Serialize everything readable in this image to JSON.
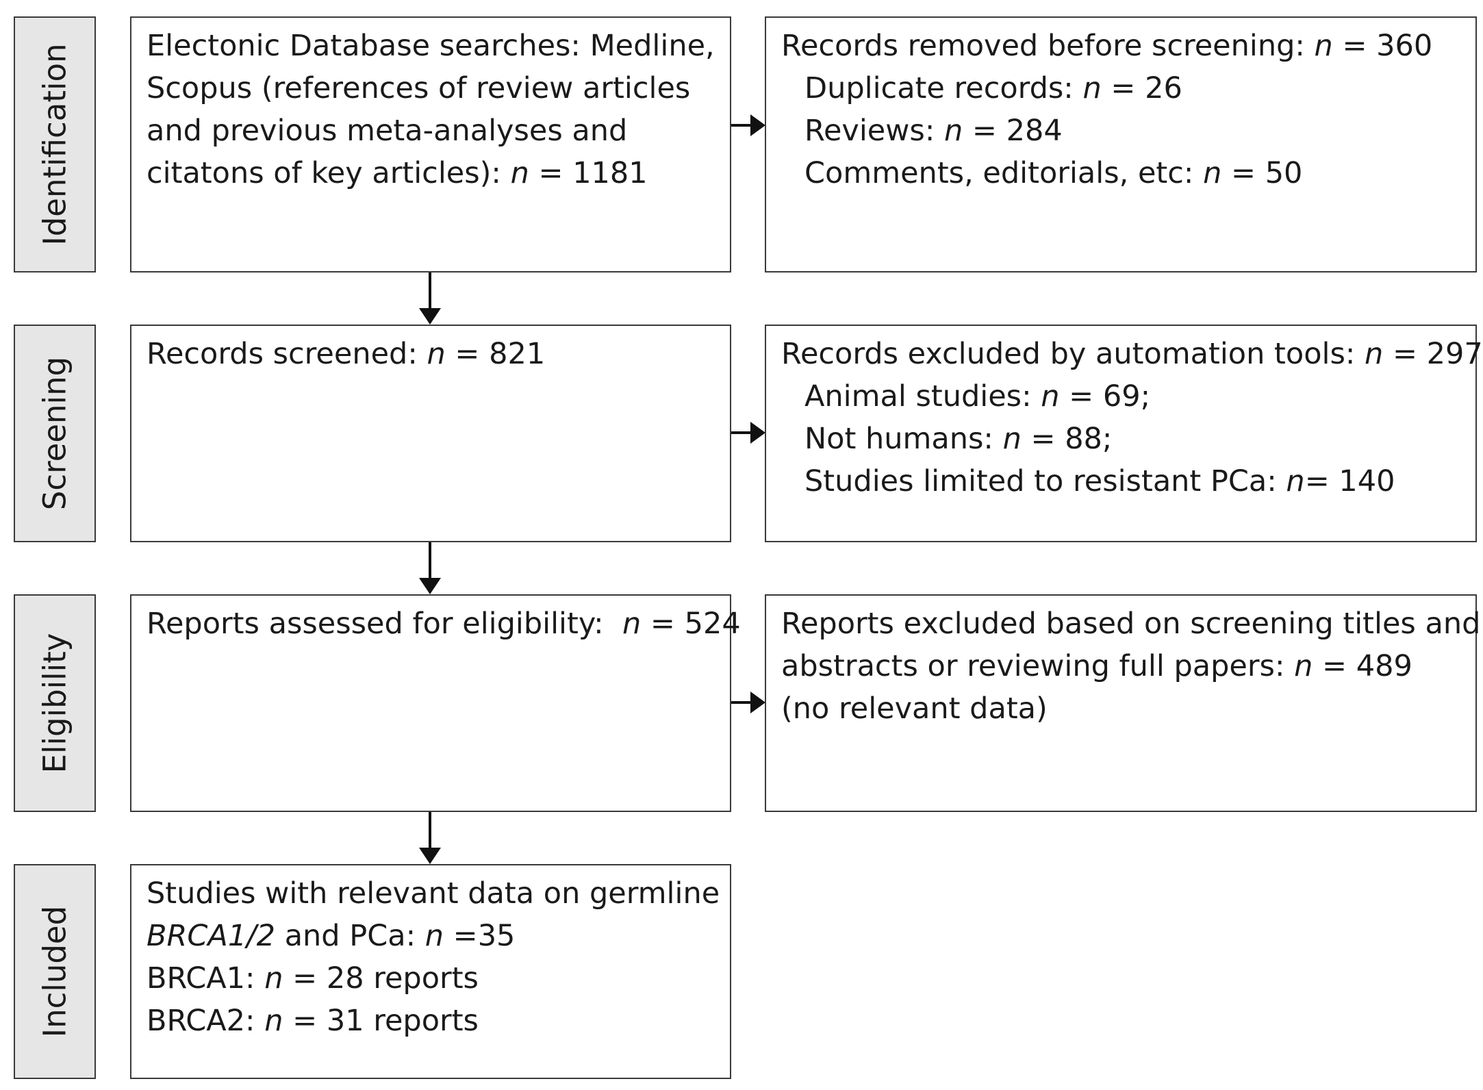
{
  "stages": {
    "identification": "Identification",
    "screening": "Screening",
    "eligibility": "Eligibility",
    "included": "Included"
  },
  "boxes": {
    "identified": {
      "l1": "Electonic Database searches: Medline,",
      "l2": "Scopus (references of review articles",
      "l3": "and previous meta-analyses and",
      "l4_prefix": "citatons of key articles): ",
      "n": "n",
      "l4_value": " = 1181"
    },
    "removed": {
      "title_prefix": "Records removed before screening: ",
      "title_value": " = 360",
      "item1_prefix": "Duplicate records: ",
      "item1_value": " = 26",
      "item2_prefix": "Reviews: ",
      "item2_value": " = 284",
      "item3_prefix": "Comments, editorials, etc: ",
      "item3_value": " = 50"
    },
    "screened": {
      "prefix": "Records screened: ",
      "value": " = 821"
    },
    "excluded_auto": {
      "title_prefix": "Records excluded by automation tools: ",
      "title_value": " = 297",
      "item1_prefix": "Animal studies: ",
      "item1_value": " = 69;",
      "item2_prefix": "Not humans: ",
      "item2_value": " = 88;",
      "item3_prefix": "Studies limited to resistant PCa: ",
      "item3_value": "= 140"
    },
    "assessed": {
      "prefix": "Reports assessed for eligibility:  ",
      "value": " = 524"
    },
    "excluded_reports": {
      "l1": "Reports excluded based on screening titles and",
      "l2_prefix": "abstracts or reviewing full papers: ",
      "l2_value": " = 489",
      "l3": "(no relevant data)"
    },
    "included": {
      "l1": "Studies with relevant data on germline",
      "l2_gene": "BRCA1/2",
      "l2_mid": " and PCa: ",
      "l2_value": " =35",
      "l3_prefix": "BRCA1: ",
      "l3_value": " = 28 reports",
      "l4_prefix": "BRCA2: ",
      "l4_value": " = 31 reports"
    }
  }
}
